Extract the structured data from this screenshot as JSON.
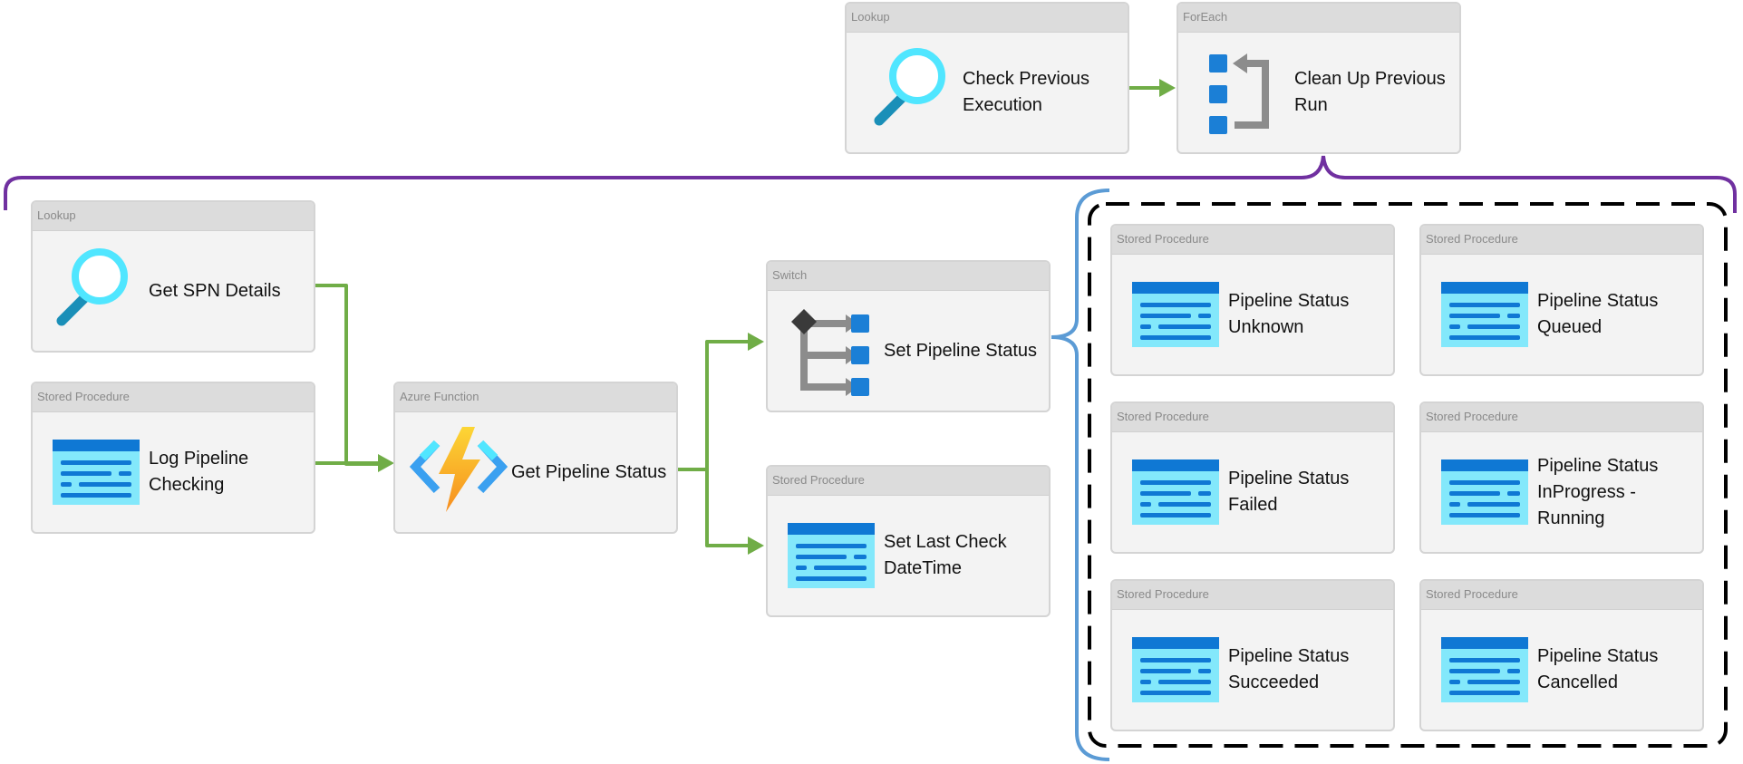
{
  "colors": {
    "success_arrow": "#70ad47",
    "foreach_bracket": "#7030a0",
    "switch_bracket": "#5b9bd5",
    "case_border": "#000000",
    "icon_primary": "#0f78d4",
    "icon_light": "#7fe4f9"
  },
  "nodes": [
    {
      "id": "check-prev",
      "type": "Lookup",
      "label": "Check Previous Execution",
      "icon": "magnifier-icon"
    },
    {
      "id": "cleanup-prev",
      "type": "ForEach",
      "label": "Clean Up Previous Run",
      "icon": "foreach-loop-icon"
    },
    {
      "id": "get-spn",
      "type": "Lookup",
      "label": "Get SPN Details",
      "icon": "magnifier-icon"
    },
    {
      "id": "log-checking",
      "type": "Stored Procedure",
      "label": "Log Pipeline Checking",
      "icon": "stored-procedure-icon"
    },
    {
      "id": "get-status",
      "type": "Azure Function",
      "label": "Get Pipeline Status",
      "icon": "azure-function-icon"
    },
    {
      "id": "set-status",
      "type": "Switch",
      "label": "Set Pipeline Status",
      "icon": "switch-icon"
    },
    {
      "id": "set-last-check",
      "type": "Stored Procedure",
      "label": "Set Last Check DateTime",
      "icon": "stored-procedure-icon"
    },
    {
      "id": "status-unknown",
      "type": "Stored Procedure",
      "label": "Pipeline Status Unknown",
      "icon": "stored-procedure-icon"
    },
    {
      "id": "status-queued",
      "type": "Stored Procedure",
      "label": "Pipeline Status Queued",
      "icon": "stored-procedure-icon"
    },
    {
      "id": "status-failed",
      "type": "Stored Procedure",
      "label": "Pipeline Status Failed",
      "icon": "stored-procedure-icon"
    },
    {
      "id": "status-inprogress",
      "type": "Stored Procedure",
      "label": "Pipeline Status InProgress - Running",
      "icon": "stored-procedure-icon"
    },
    {
      "id": "status-succeeded",
      "type": "Stored Procedure",
      "label": "Pipeline Status Succeeded",
      "icon": "stored-procedure-icon"
    },
    {
      "id": "status-cancelled",
      "type": "Stored Procedure",
      "label": "Pipeline Status Cancelled",
      "icon": "stored-procedure-icon"
    }
  ]
}
